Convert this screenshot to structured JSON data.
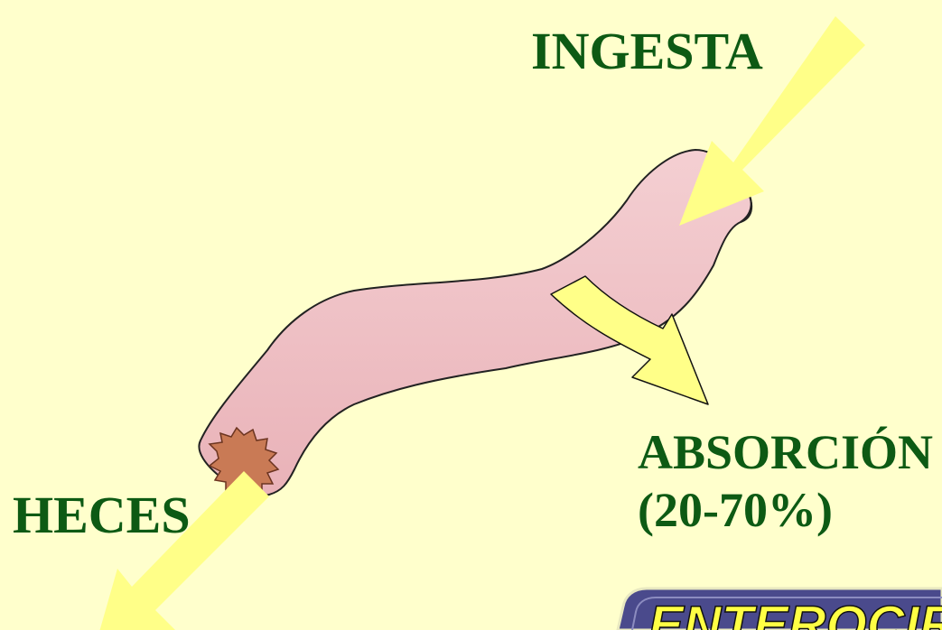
{
  "labels": {
    "ingesta": "INGESTA",
    "absorcion": "ABSORCIÓN",
    "absorcion_pct": "(20-70%)",
    "heces": "HECES"
  },
  "banner": {
    "text": "ENTEROCIRCULACIÓN"
  },
  "colors": {
    "background": "#ffffcc",
    "label_text": "#0d5a14",
    "arrow_fill": "#ffff88",
    "intestine_fill": "#f2c4c8",
    "intestine_outline": "#222222",
    "opening_fill": "#c97a55",
    "banner_fill": "#4a4a8c"
  }
}
